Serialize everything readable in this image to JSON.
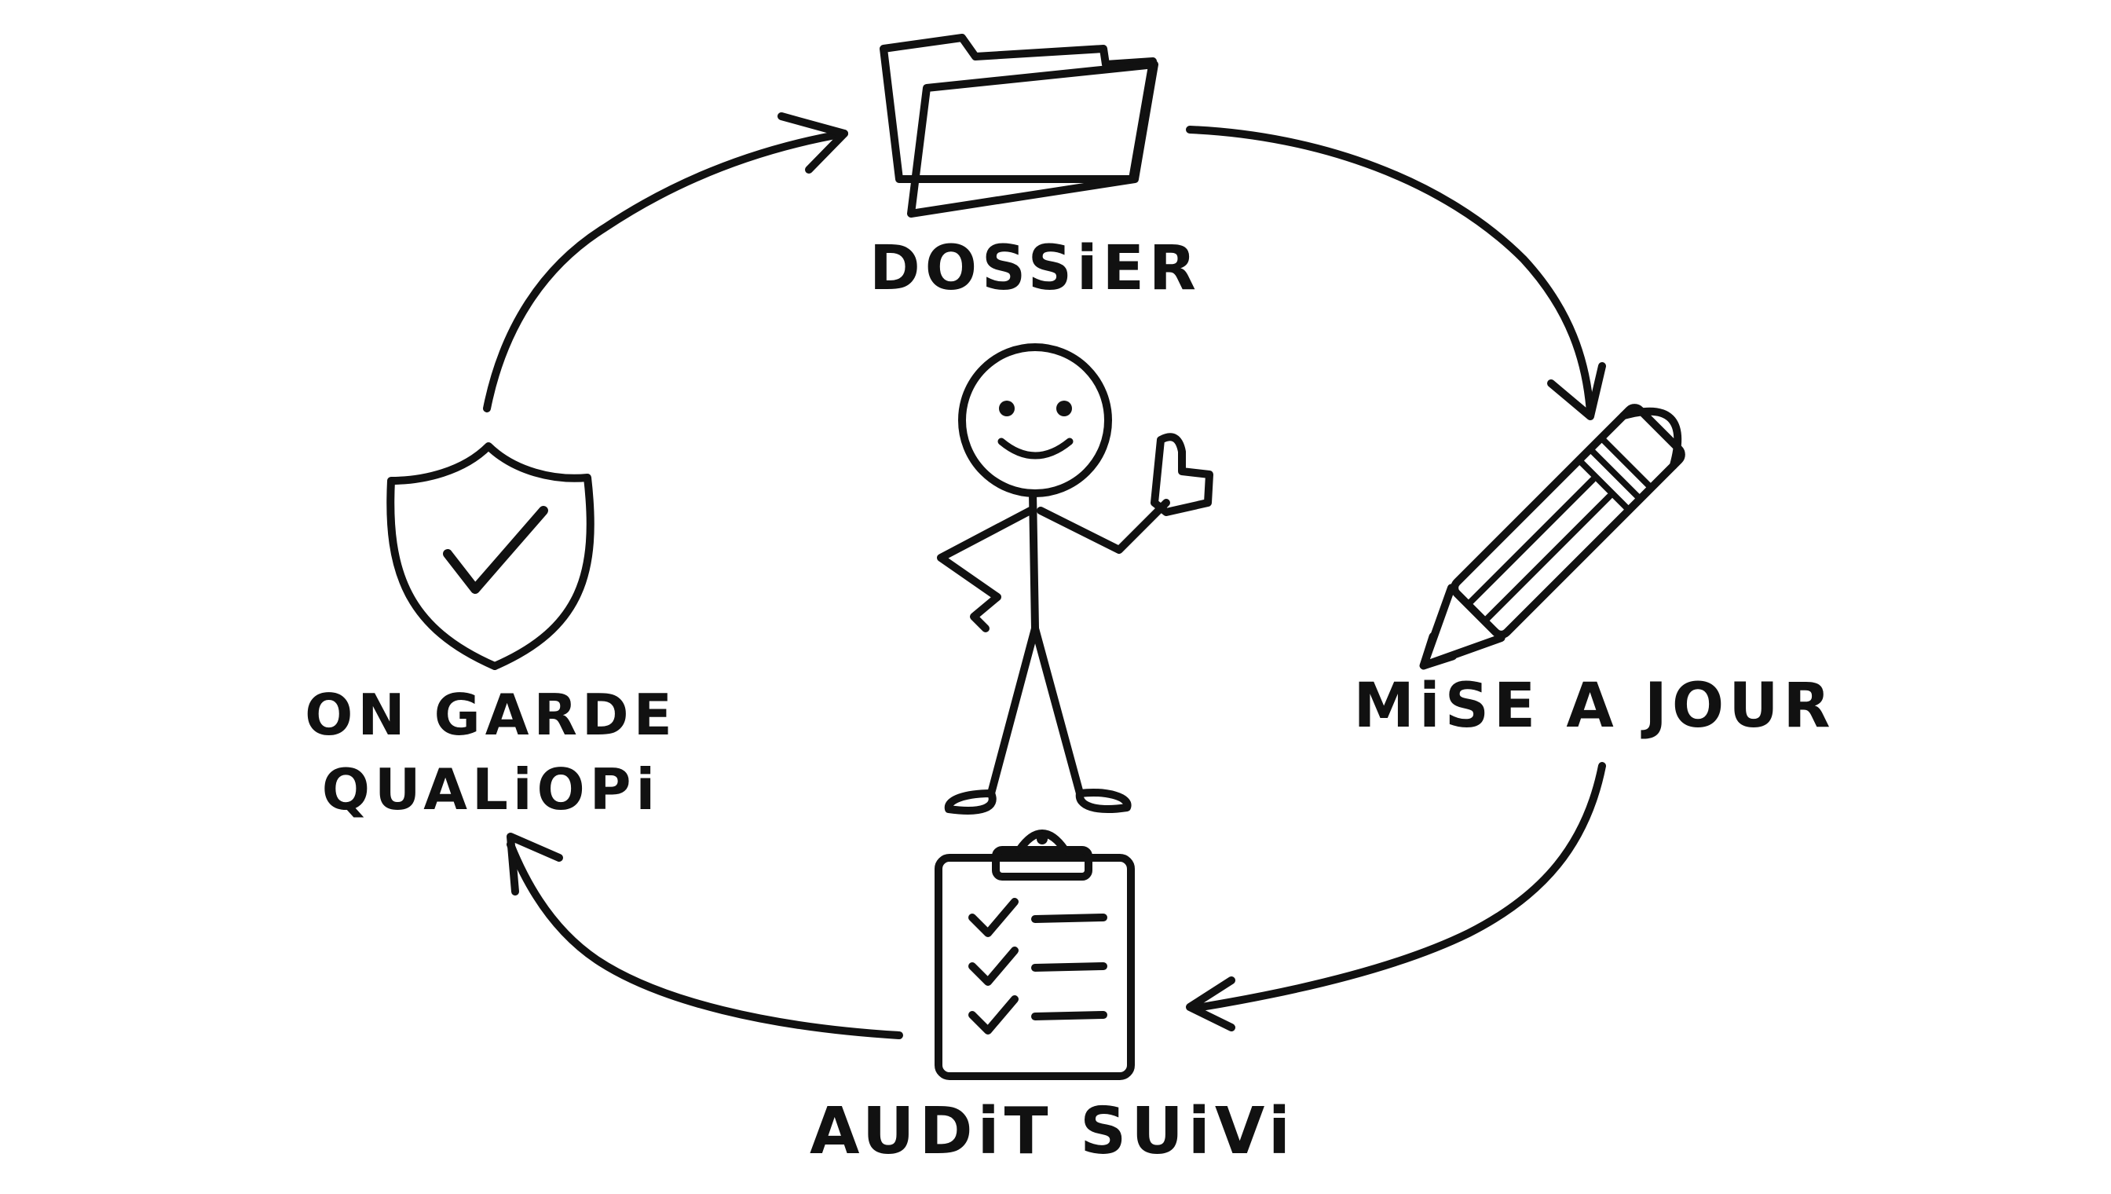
{
  "diagram": {
    "type": "cycle",
    "ink_color": "#111111",
    "background_color": "#ffffff",
    "steps": [
      {
        "id": "dossier",
        "label": "DOSSiER",
        "icon": "folder-icon"
      },
      {
        "id": "mise-a-jour",
        "label": "MiSE A JOUR",
        "icon": "pencil-icon"
      },
      {
        "id": "audit-suivi",
        "label": "AUDiT SUiVi",
        "icon": "clipboard-checklist-icon"
      },
      {
        "id": "on-garde-qualiopi",
        "label_line1": "ON GARDE",
        "label_line2": "QUALiOPi",
        "icon": "shield-check-icon"
      }
    ],
    "center_figure": "stick-figure-thumbs-up-icon",
    "arrow_direction": "clockwise"
  }
}
